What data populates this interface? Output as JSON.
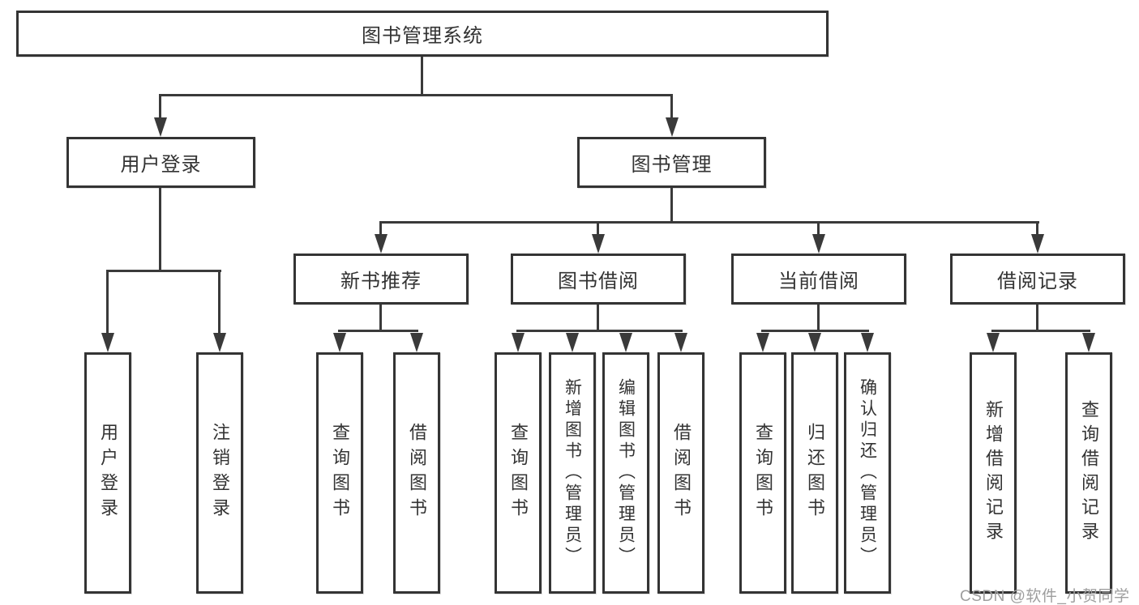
{
  "diagram": {
    "root": {
      "label": "图书管理系统"
    },
    "branches": [
      {
        "label": "用户登录",
        "children": [
          {
            "label": "用户登录"
          },
          {
            "label": "注销登录"
          }
        ]
      },
      {
        "label": "图书管理",
        "children": [
          {
            "label": "新书推荐",
            "children": [
              {
                "label": "查询图书"
              },
              {
                "label": "借阅图书"
              }
            ]
          },
          {
            "label": "图书借阅",
            "children": [
              {
                "label": "查询图书"
              },
              {
                "label": "新增图书（管理员）"
              },
              {
                "label": "编辑图书（管理员）"
              },
              {
                "label": "借阅图书"
              }
            ]
          },
          {
            "label": "当前借阅",
            "children": [
              {
                "label": "查询图书"
              },
              {
                "label": "归还图书"
              },
              {
                "label": "确认归还（管理员）"
              }
            ]
          },
          {
            "label": "借阅记录",
            "children": [
              {
                "label": "新增借阅记录"
              },
              {
                "label": "查询借阅记录"
              }
            ]
          }
        ]
      }
    ]
  },
  "watermark": {
    "text": "CSDN @软件_小贺同学"
  },
  "colors": {
    "line": "#3a3a3a",
    "border": "#343434",
    "text": "#333333",
    "watermark": "#9e9e9e",
    "background": "#ffffff"
  }
}
